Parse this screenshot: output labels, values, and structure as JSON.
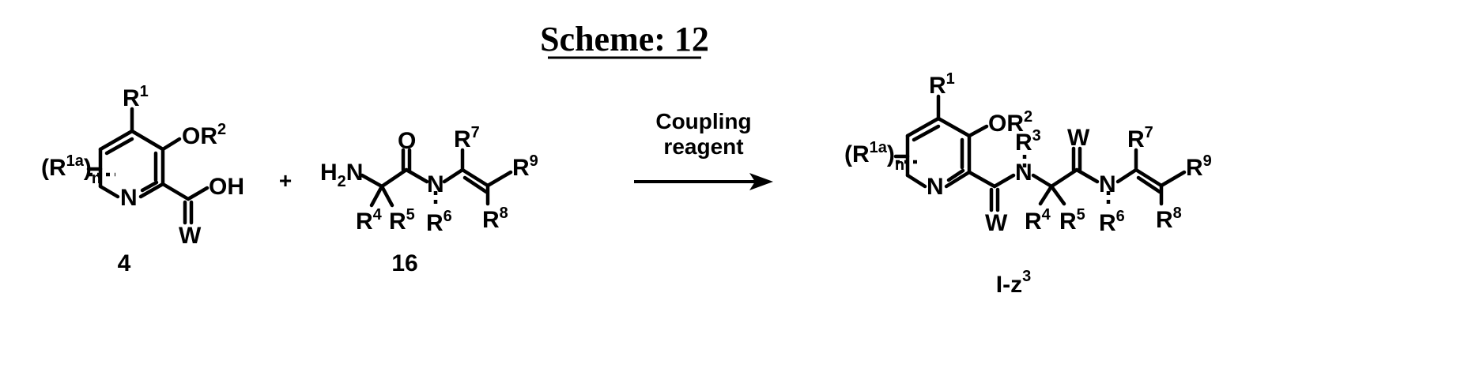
{
  "title": "Scheme: 12",
  "compounds": {
    "c4": "4",
    "c16": "16",
    "product": "I-z",
    "product_sup": "3"
  },
  "reagent": {
    "line1": "Coupling",
    "line2": "reagent"
  },
  "plus": "+",
  "atoms": {
    "R": "R",
    "R1": "1",
    "R1a": "1a",
    "n": "n",
    "O": "O",
    "OR": "OR",
    "R2": "2",
    "N": "N",
    "OH": "OH",
    "W": "W",
    "H2N_H": "H",
    "H2N_2": "2",
    "H2N_N": "N",
    "R3": "3",
    "R4": "4",
    "R5": "5",
    "R6": "6",
    "R7": "7",
    "R8": "8",
    "R9": "9",
    "paren_open": "(",
    "paren_close": ")"
  }
}
